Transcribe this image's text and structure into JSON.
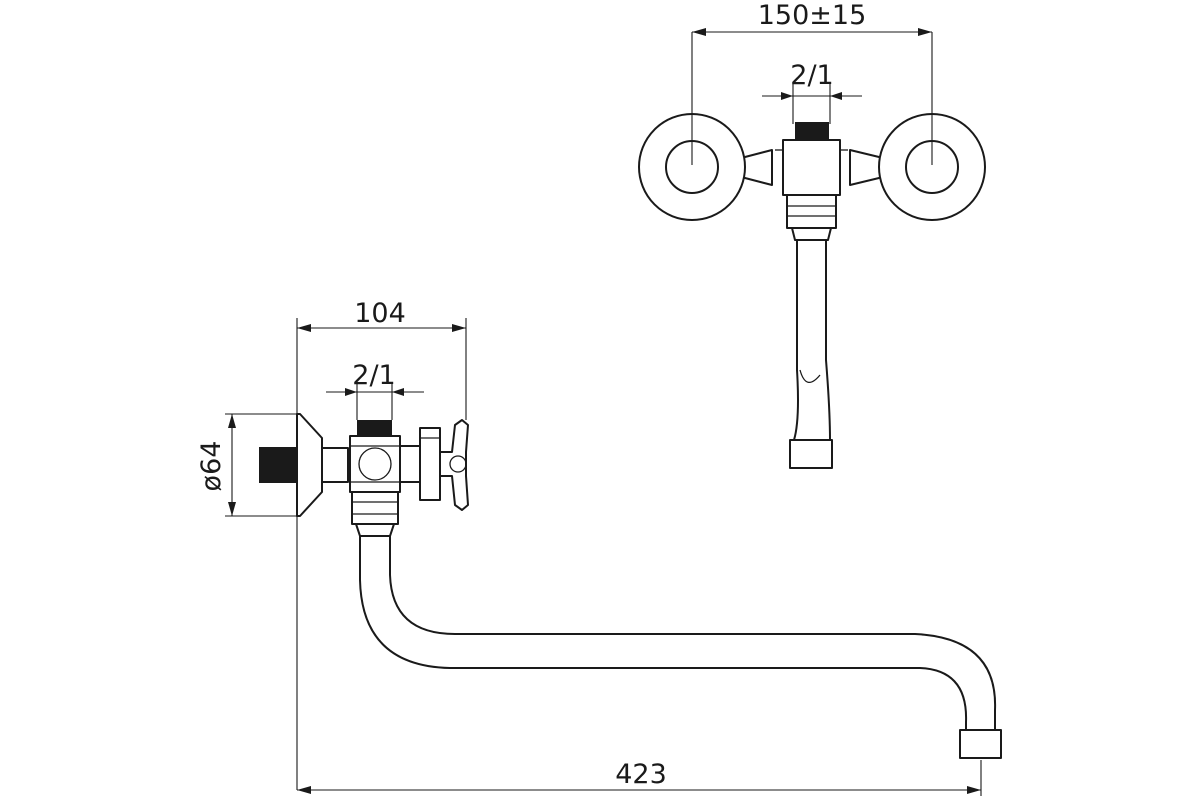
{
  "dimensions": {
    "front_center_distance": "150±15",
    "front_thread": "2/1",
    "side_depth": "104",
    "side_thread": "2/1",
    "flange_diameter": "ø64",
    "spout_length": "423"
  }
}
